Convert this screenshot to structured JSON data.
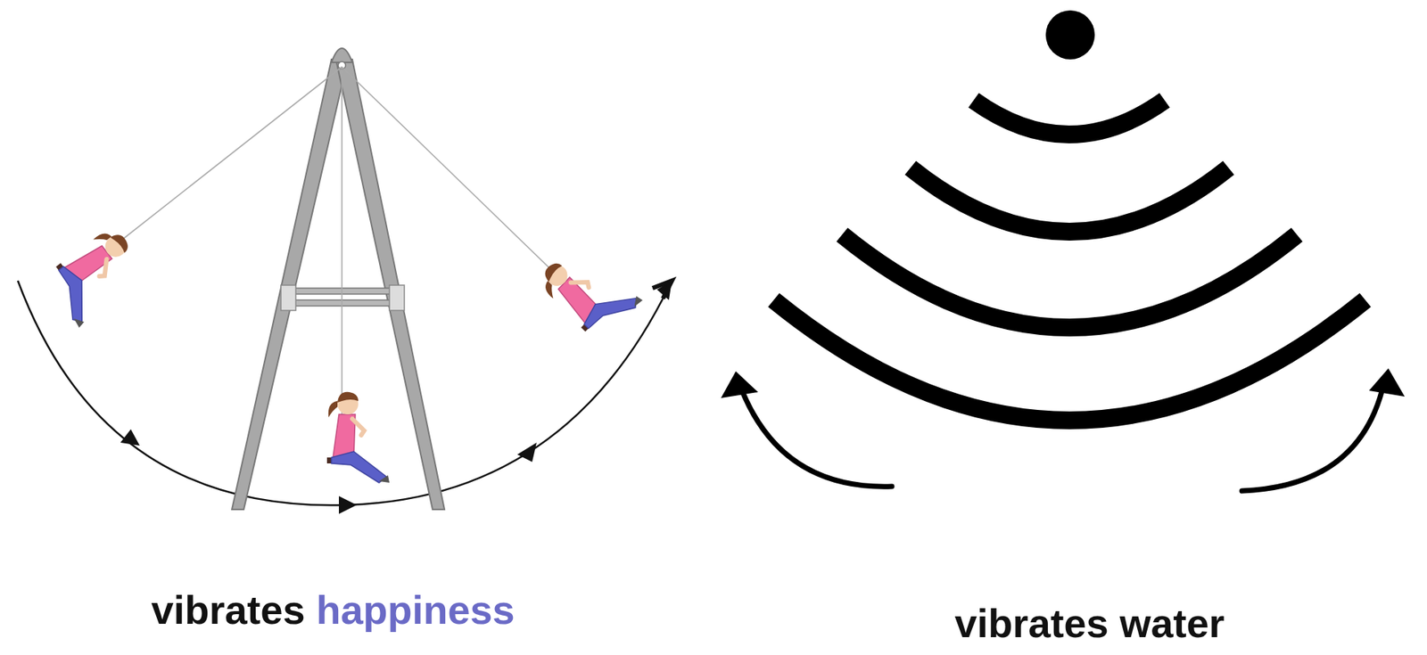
{
  "diagram": {
    "labels": [
      "vibrates",
      "happiness",
      "vibrates water"
    ]
  }
}
